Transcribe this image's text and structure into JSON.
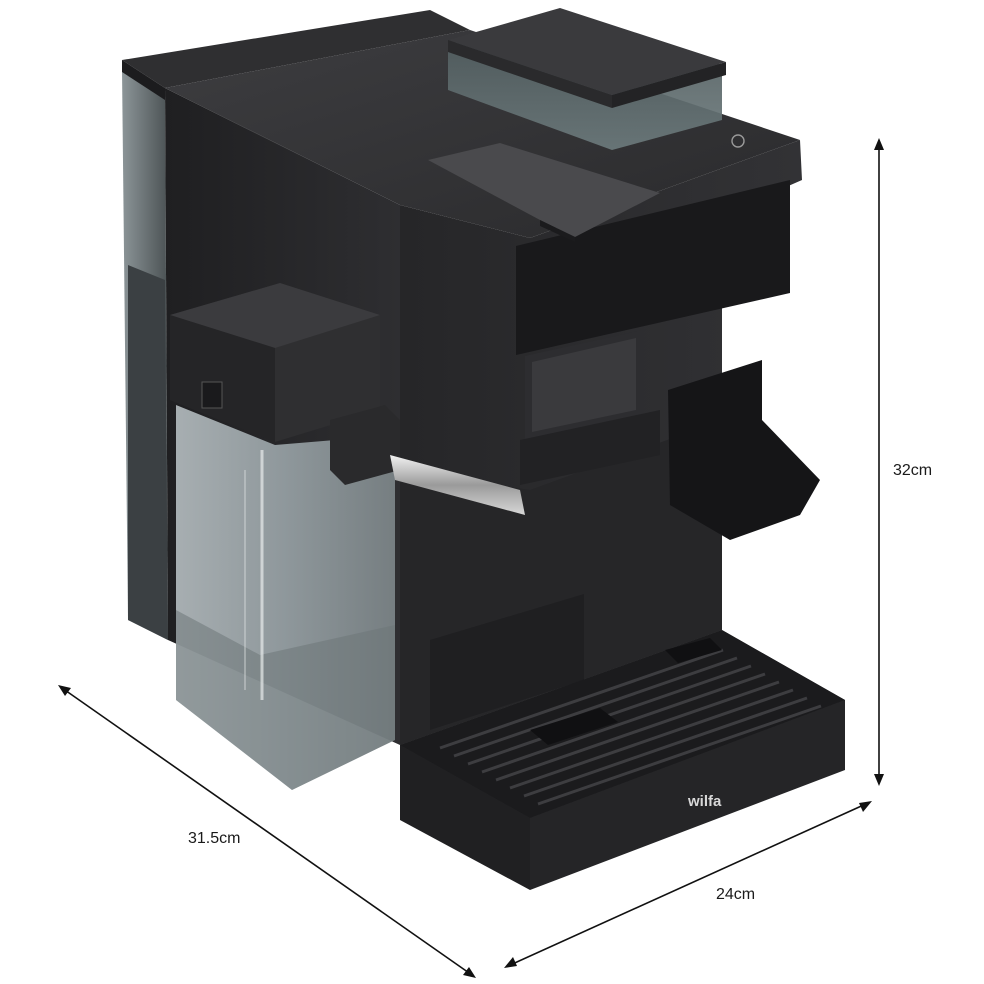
{
  "product": {
    "brand_label": "wilfa"
  },
  "dimensions": {
    "height_label": "32cm",
    "width_label": "24cm",
    "depth_label": "31.5cm"
  },
  "colors": {
    "background": "#ffffff",
    "body": "#2b2b2d",
    "body_dark": "#1d1d1f",
    "body_light": "#3a3a3c",
    "glass": "#8d979a",
    "chrome": "#c9c9c9",
    "dim_line": "#111111"
  }
}
